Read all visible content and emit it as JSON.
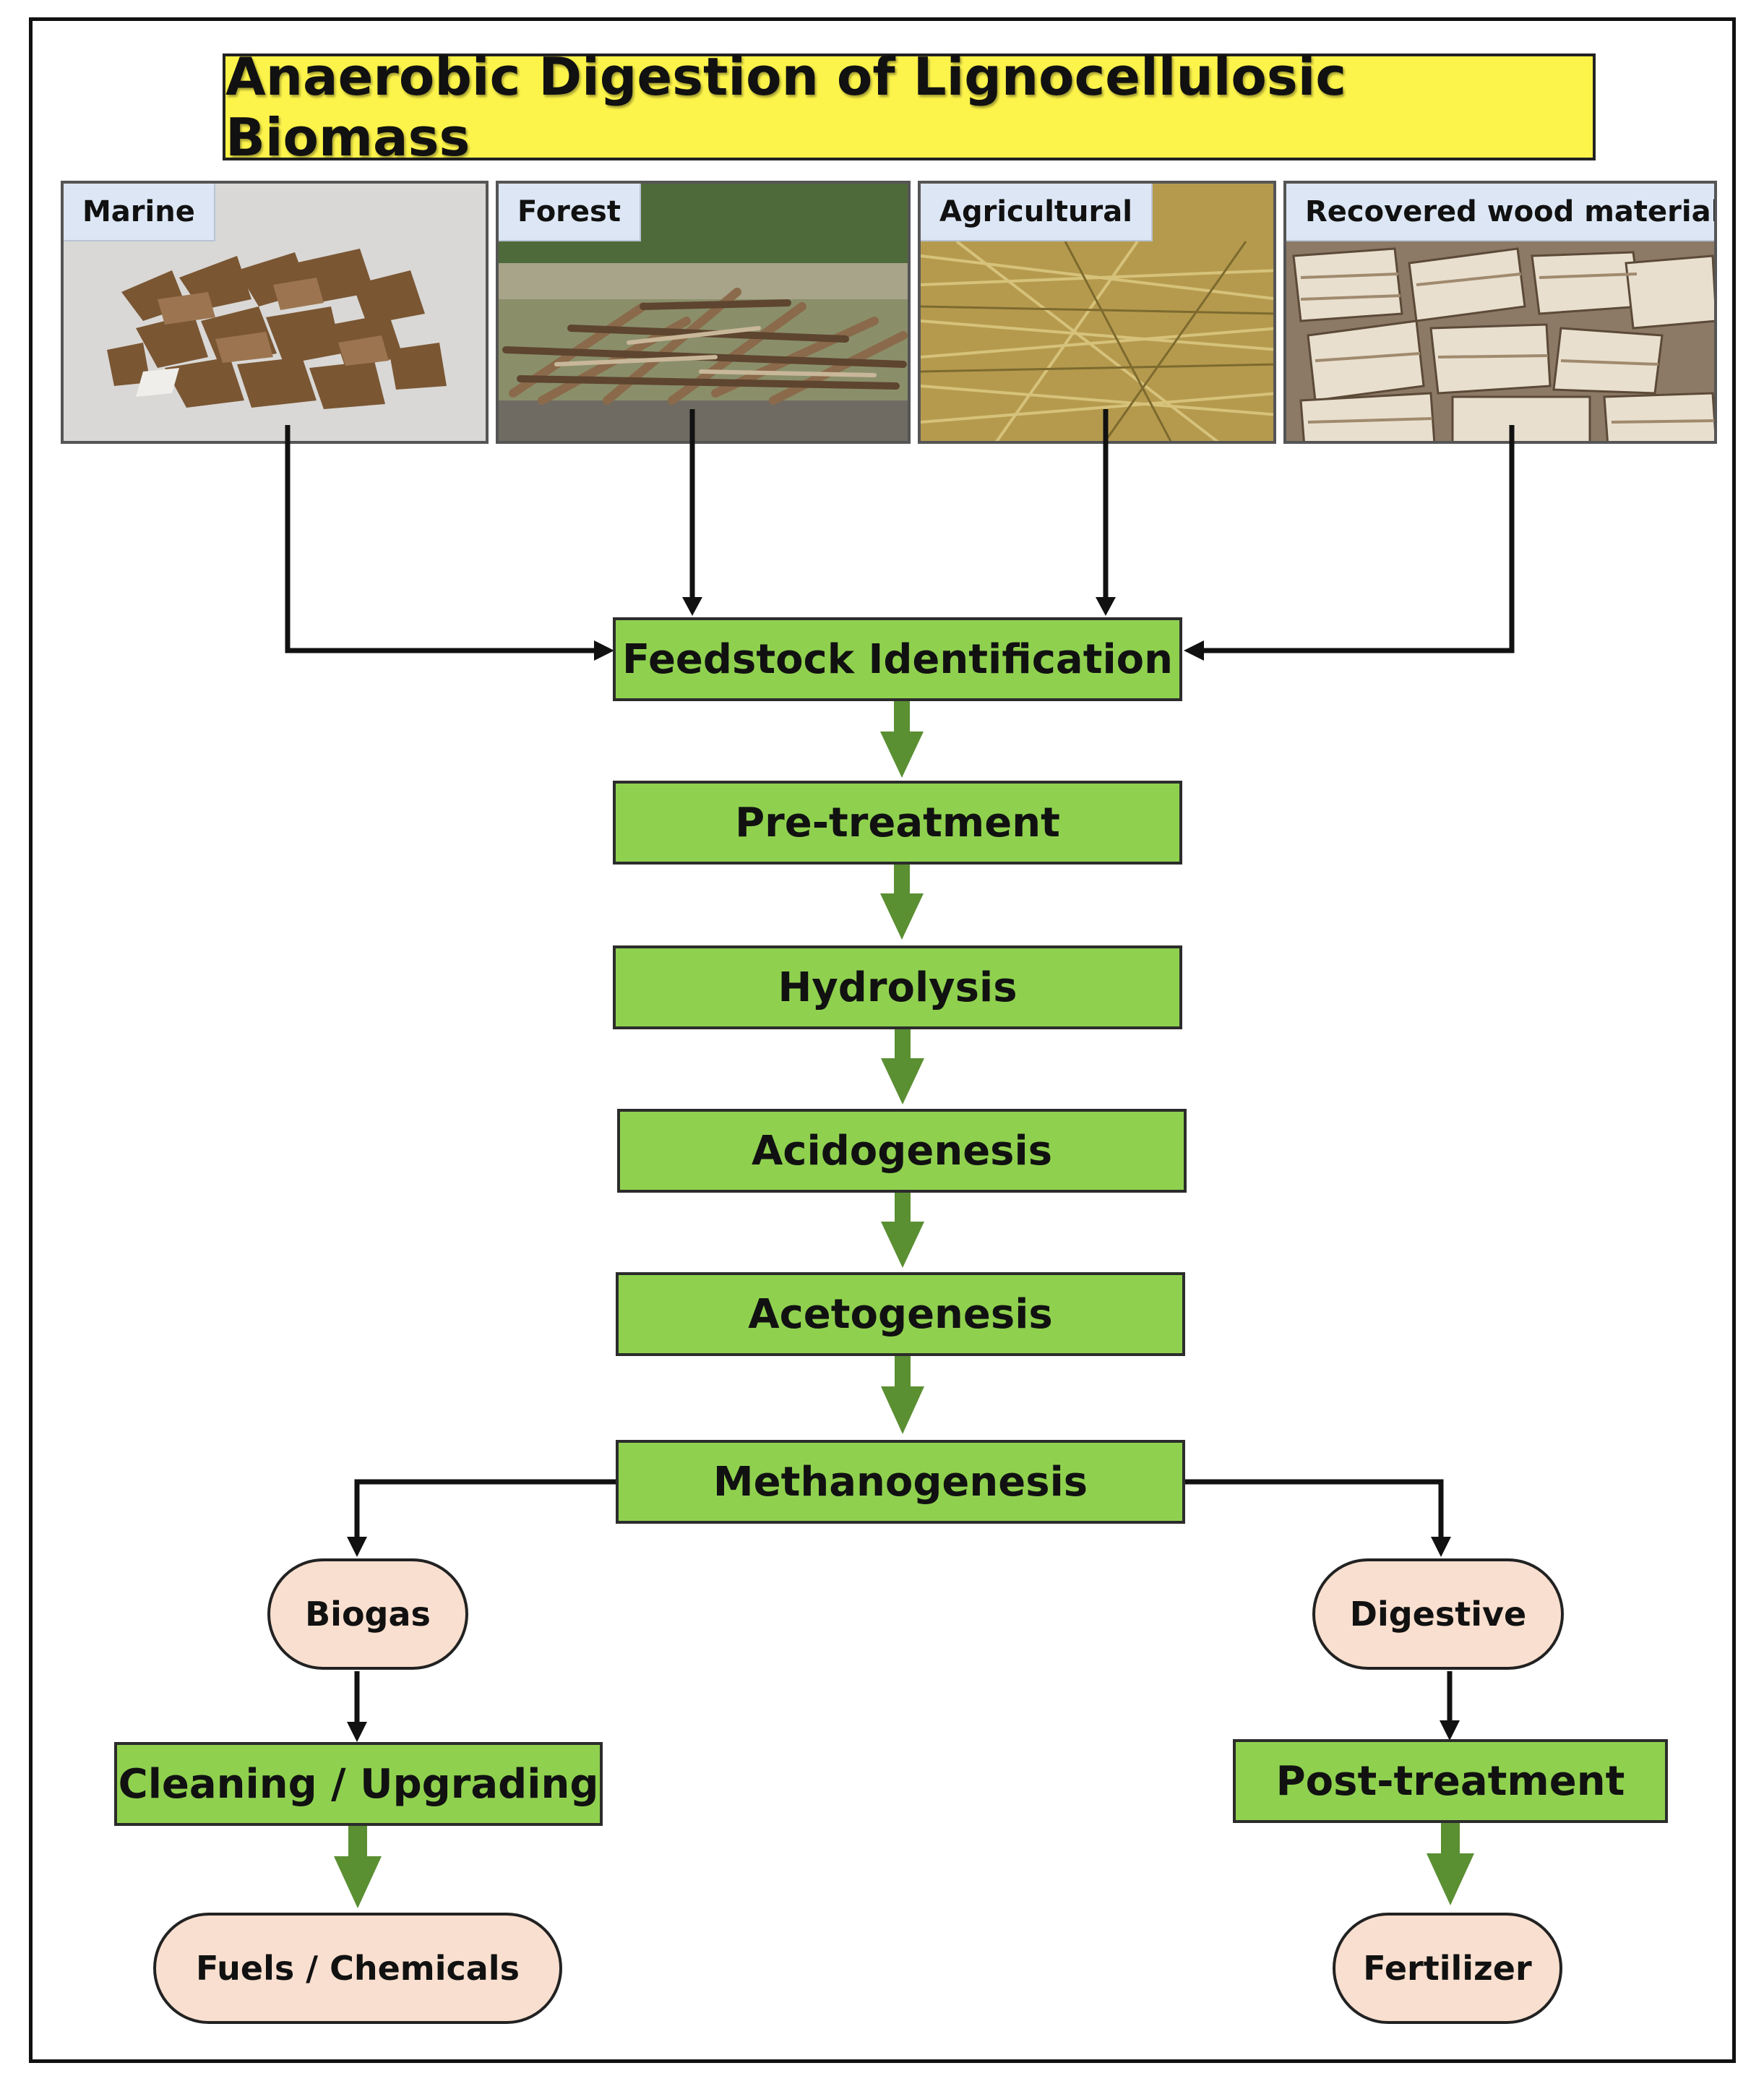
{
  "title": "Anaerobic Digestion of Lignocellulosic Biomass",
  "sources": [
    {
      "label": "Marine"
    },
    {
      "label": "Forest"
    },
    {
      "label": "Agricultural"
    },
    {
      "label": "Recovered wood material"
    }
  ],
  "stages": [
    "Feedstock Identification",
    "Pre-treatment",
    "Hydrolysis",
    "Acidogenesis",
    "Acetogenesis",
    "Methanogenesis"
  ],
  "outputs": {
    "left": {
      "product": "Biogas",
      "process": "Cleaning / Upgrading",
      "final": "Fuels / Chemicals"
    },
    "right": {
      "product": "Digestive",
      "process": "Post-treatment",
      "final": "Fertilizer"
    }
  },
  "colors": {
    "title_bg": "#fdf44b",
    "stage_bg": "#8fd14f",
    "pill_bg": "#f9dfcf",
    "flow_arrow": "#5a8f32",
    "label_bg": "#dce6f4"
  }
}
